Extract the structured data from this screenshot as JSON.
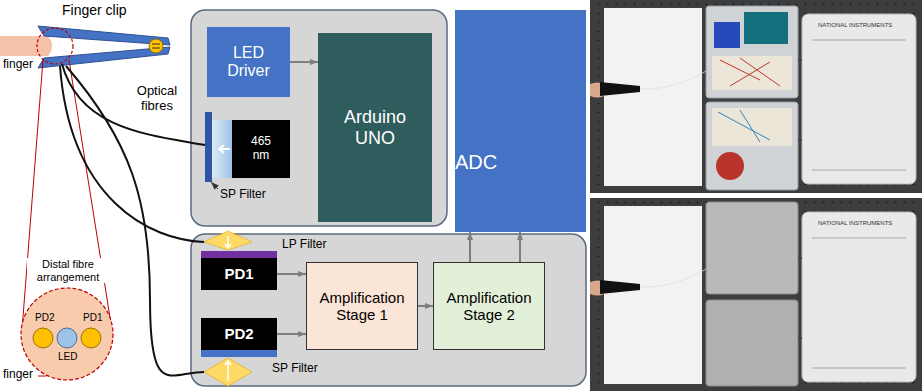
{
  "diagram": {
    "nodes": [
      {
        "text": [
          "LED Driver"
        ]
      },
      {
        "text": [
          "Arduino UNO"
        ]
      },
      {
        "text": [
          "465 nm"
        ]
      },
      {
        "text": [
          "ADC"
        ]
      },
      {
        "text": [
          "PD1"
        ]
      },
      {
        "text": [
          "PD2"
        ]
      },
      {
        "text": [
          "Amplification Stage 1"
        ]
      },
      {
        "text": [
          "Amplification Stage 2"
        ]
      }
    ],
    "edges": [
      {
        "from": 0,
        "to": 1,
        "arrow": "to"
      },
      {
        "from": 4,
        "to": 6,
        "arrow": "to"
      },
      {
        "from": 5,
        "to": 6,
        "arrow": "to"
      },
      {
        "from": 6,
        "to": 7,
        "arrow": "to"
      },
      {
        "from": 7,
        "to": 3,
        "arrow": "to"
      },
      {
        "from": 7,
        "to": 3,
        "arrow": "to"
      }
    ],
    "labels": [
      "Finger clip",
      "finger",
      "Optical fibres",
      "Distal fibre arrangement",
      "PD2",
      "PD1",
      "LED",
      "finger",
      "SP Filter",
      "LP Filter",
      "SP Filter",
      "NATIONAL INSTRUMENTS",
      "NATIONAL INSTRUMENTS"
    ]
  }
}
